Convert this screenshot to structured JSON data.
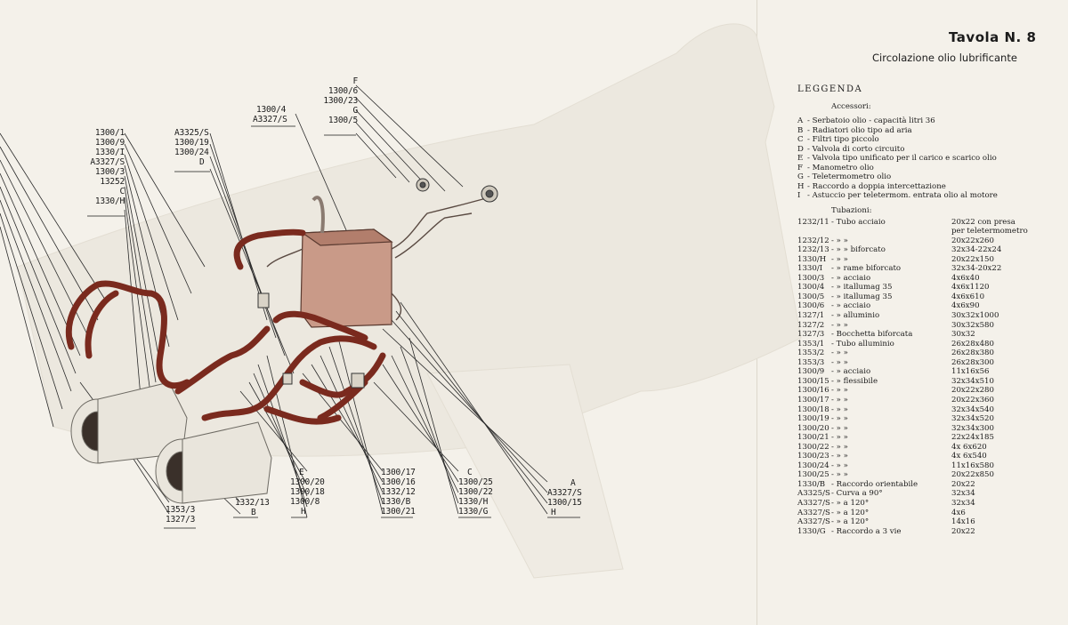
{
  "header": {
    "title": "Tavola N. 8",
    "subtitle": "Circolazione olio lubrificante"
  },
  "legend": {
    "heading": "LEGGENDA",
    "accessories_heading": "Accessori:",
    "accessories": [
      {
        "key": "A",
        "text": "- Serbatoio olio - capacità litri 36"
      },
      {
        "key": "B",
        "text": "- Radiatori olio tipo ad aria"
      },
      {
        "key": "C",
        "text": "- Filtri tipo piccolo"
      },
      {
        "key": "D",
        "text": "- Valvola di corto circuito"
      },
      {
        "key": "E",
        "text": "- Valvola tipo unificato per il carico e scarico olio"
      },
      {
        "key": "F",
        "text": "- Manometro olio"
      },
      {
        "key": "G",
        "text": "- Teletermometro olio"
      },
      {
        "key": "H",
        "text": "- Raccordo a doppia intercettazione"
      },
      {
        "key": "I",
        "text": "- Astuccio per teletermom. entrata olio al motore"
      }
    ],
    "pipes_heading": "Tubazioni:",
    "pipes": [
      {
        "code": "1232/11",
        "desc": "- Tubo acciaio",
        "size": "20x22 con presa"
      },
      {
        "code": "",
        "desc": "",
        "size": "per teletermometro"
      },
      {
        "code": "1232/12",
        "desc": "-   »        »",
        "size": "20x22x260"
      },
      {
        "code": "1232/13",
        "desc": "-   »        »   biforcato",
        "size": "32x34-22x24"
      },
      {
        "code": "1330/H",
        "desc": "-   »        »",
        "size": "20x22x150"
      },
      {
        "code": "1330/I",
        "desc": "-   »   rame biforcato",
        "size": "32x34-20x22"
      },
      {
        "code": "1300/3",
        "desc": "-   »   acciaio",
        "size": "4x6x40"
      },
      {
        "code": "1300/4",
        "desc": "-   »   itallumag 35",
        "size": "4x6x1120"
      },
      {
        "code": "1300/5",
        "desc": "-   »   itallumag 35",
        "size": "4x6x610"
      },
      {
        "code": "1300/6",
        "desc": "-   »   acciaio",
        "size": "4x6x90"
      },
      {
        "code": "1327/1",
        "desc": "-   »   alluminio",
        "size": "30x32x1000"
      },
      {
        "code": "1327/2",
        "desc": "-   »        »",
        "size": "30x32x580"
      },
      {
        "code": "1327/3",
        "desc": "- Bocchetta biforcata",
        "size": "30x32"
      },
      {
        "code": "1353/1",
        "desc": "- Tubo alluminio",
        "size": "26x28x480"
      },
      {
        "code": "1353/2",
        "desc": "-   »        »",
        "size": "26x28x380"
      },
      {
        "code": "1353/3",
        "desc": "-   »        »",
        "size": "26x28x300"
      },
      {
        "code": "1300/9",
        "desc": "-   »   acciaio",
        "size": "11x16x56"
      },
      {
        "code": "1300/15",
        "desc": "-   »   flessibile",
        "size": "32x34x510"
      },
      {
        "code": "1300/16",
        "desc": "-   »        »",
        "size": "20x22x280"
      },
      {
        "code": "1300/17",
        "desc": "-   »        »",
        "size": "20x22x360"
      },
      {
        "code": "1300/18",
        "desc": "-   »        »",
        "size": "32x34x540"
      },
      {
        "code": "1300/19",
        "desc": "-   »        »",
        "size": "32x34x520"
      },
      {
        "code": "1300/20",
        "desc": "-   »        »",
        "size": "32x34x300"
      },
      {
        "code": "1300/21",
        "desc": "-   »        »",
        "size": "22x24x185"
      },
      {
        "code": "1300/22",
        "desc": "-   »        »",
        "size": "4x 6x620"
      },
      {
        "code": "1300/23",
        "desc": "-   »        »",
        "size": "4x 6x540"
      },
      {
        "code": "1300/24",
        "desc": "-   »        »",
        "size": "11x16x580"
      },
      {
        "code": "1300/25",
        "desc": "-   »        »",
        "size": "20x22x850"
      },
      {
        "code": "1330/B",
        "desc": "- Raccordo orientabile",
        "size": "20x22"
      },
      {
        "code": "A3325/S",
        "desc": "- Curva a  90°",
        "size": "32x34"
      },
      {
        "code": "A3327/S",
        "desc": "-   »   a 120°",
        "size": "32x34"
      },
      {
        "code": "A3327/S",
        "desc": "-   »   a 120°",
        "size": "4x6"
      },
      {
        "code": "A3327/S",
        "desc": "-   »   a 120°",
        "size": "14x16"
      },
      {
        "code": "1330/G",
        "desc": "- Raccordo a 3 vie",
        "size": "20x22"
      }
    ]
  },
  "callouts": {
    "left_stack": [
      "1300/1",
      "1300/9",
      "1330/I",
      "A3327/S",
      "1300/3",
      "13252",
      "C",
      "1330/H"
    ],
    "mid_stack": [
      "A3325/S",
      "1300/19",
      "1300/24",
      "D"
    ],
    "top_stack_a": [
      "1300/4",
      "A3327/S"
    ],
    "top_stack_b": [
      "F",
      "1300/6",
      "1300/23",
      "G",
      "1300/5"
    ],
    "bottom_1": [
      "1353/3",
      "1327/3"
    ],
    "bottom_2": [
      "1332/13",
      "B"
    ],
    "bottom_3": [
      "E",
      "1300/20",
      "1300/18",
      "1300/8",
      "H"
    ],
    "bottom_4": [
      "1300/17",
      "1300/16",
      "1332/12",
      "1330/B",
      "1300/21"
    ],
    "bottom_5": [
      "C",
      "1300/25",
      "1300/22",
      "1330/H",
      "1330/G"
    ],
    "bottom_6": [
      "A",
      "A3327/S",
      "1300/15",
      "H"
    ]
  },
  "colors": {
    "paper": "#f4f1ea",
    "pipe": "#7a2a1e",
    "tank": "#c99a88",
    "ink": "#1b1b1b"
  }
}
